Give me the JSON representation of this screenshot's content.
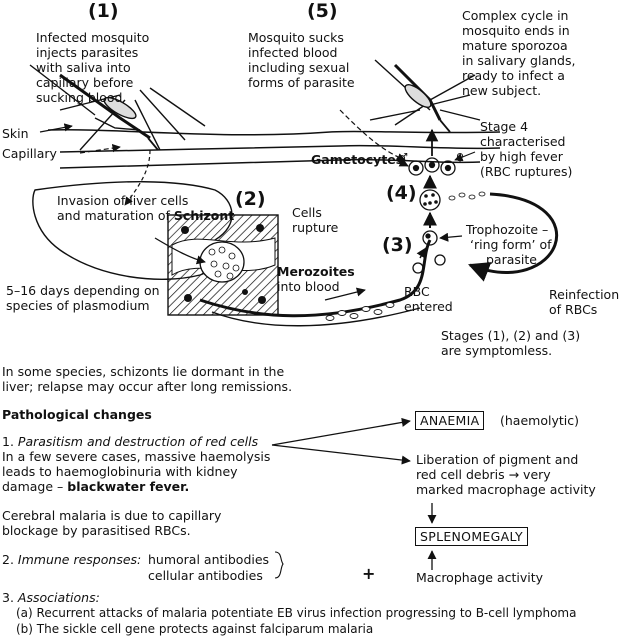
{
  "stages": {
    "s1": {
      "num": "(1)",
      "lines": [
        "Infected mosquito",
        "injects parasites",
        "with saliva into",
        "capillary before",
        "sucking blood"
      ]
    },
    "s5": {
      "num": "(5)",
      "lines": [
        "Mosquito sucks",
        "infected blood",
        "including sexual",
        "forms of parasite"
      ]
    },
    "s2": {
      "num": "(2)"
    },
    "s3": {
      "num": "(3)"
    },
    "s4": {
      "num": "(4)"
    }
  },
  "labels": {
    "cycle": [
      "Complex cycle in",
      "mosquito ends in",
      "mature sporozoa",
      "in salivary glands,",
      "ready to infect a",
      "new subject."
    ],
    "skin": "Skin",
    "capillary": "Capillary",
    "stage4": [
      "Stage 4",
      "characterised",
      "by high fever",
      "(RBC ruptures)"
    ],
    "gametocytes": "Gametocytes",
    "liver_line1": "Invasion of liver cells",
    "liver_line2": "and maturation of",
    "schizont": "Schizont",
    "cells_rupture": [
      "Cells",
      "rupture"
    ],
    "merozoites": "Merozoites",
    "into_blood": "into blood",
    "trophozoite": [
      "Trophozoite –",
      "‘ring form’ of",
      "parasite"
    ],
    "days": [
      "5–16 days depending on",
      "species of plasmodium"
    ],
    "rbc_entered": [
      "RBC",
      "entered"
    ],
    "reinfection": [
      "Reinfection",
      "of RBCs"
    ],
    "symptomless": [
      "Stages (1), (2) and (3)",
      "are symptomless."
    ],
    "male_symbol": "♂",
    "female_symbol": "♀"
  },
  "notes": {
    "dormant": [
      "In some species, schizonts lie dormant in the",
      "liver; relapse may occur after long remissions."
    ],
    "heading": "Pathological changes",
    "p1_num": "1.",
    "p1_title": "Parasitism and destruction of red cells",
    "p1_lines": [
      "In a few severe cases, massive haemolysis",
      "leads to haemoglobinuria with kidney"
    ],
    "p1_last": "damage –",
    "blackwater": "blackwater fever.",
    "cerebral": [
      "Cerebral malaria is due to capillary",
      "blockage by parasitised RBCs."
    ],
    "p2_num": "2.",
    "p2_title": "Immune responses:",
    "humoral": "humoral antibodies",
    "cellular": "cellular antibodies",
    "plus": "+",
    "p3_num": "3.",
    "p3_title": "Associations:",
    "p3a": "(a) Recurrent attacks of malaria potentiate EB virus infection progressing to B-cell lymphoma",
    "p3b": "(b) The sickle cell gene protects against falciparum malaria"
  },
  "right": {
    "anaemia": "ANAEMIA",
    "haemolytic": "(haemolytic)",
    "liberation": [
      "Liberation of pigment and",
      "red cell debris → very",
      "marked macrophage activity"
    ],
    "splenomegaly": "SPLENOMEGALY",
    "macrophage": "Macrophage activity"
  }
}
